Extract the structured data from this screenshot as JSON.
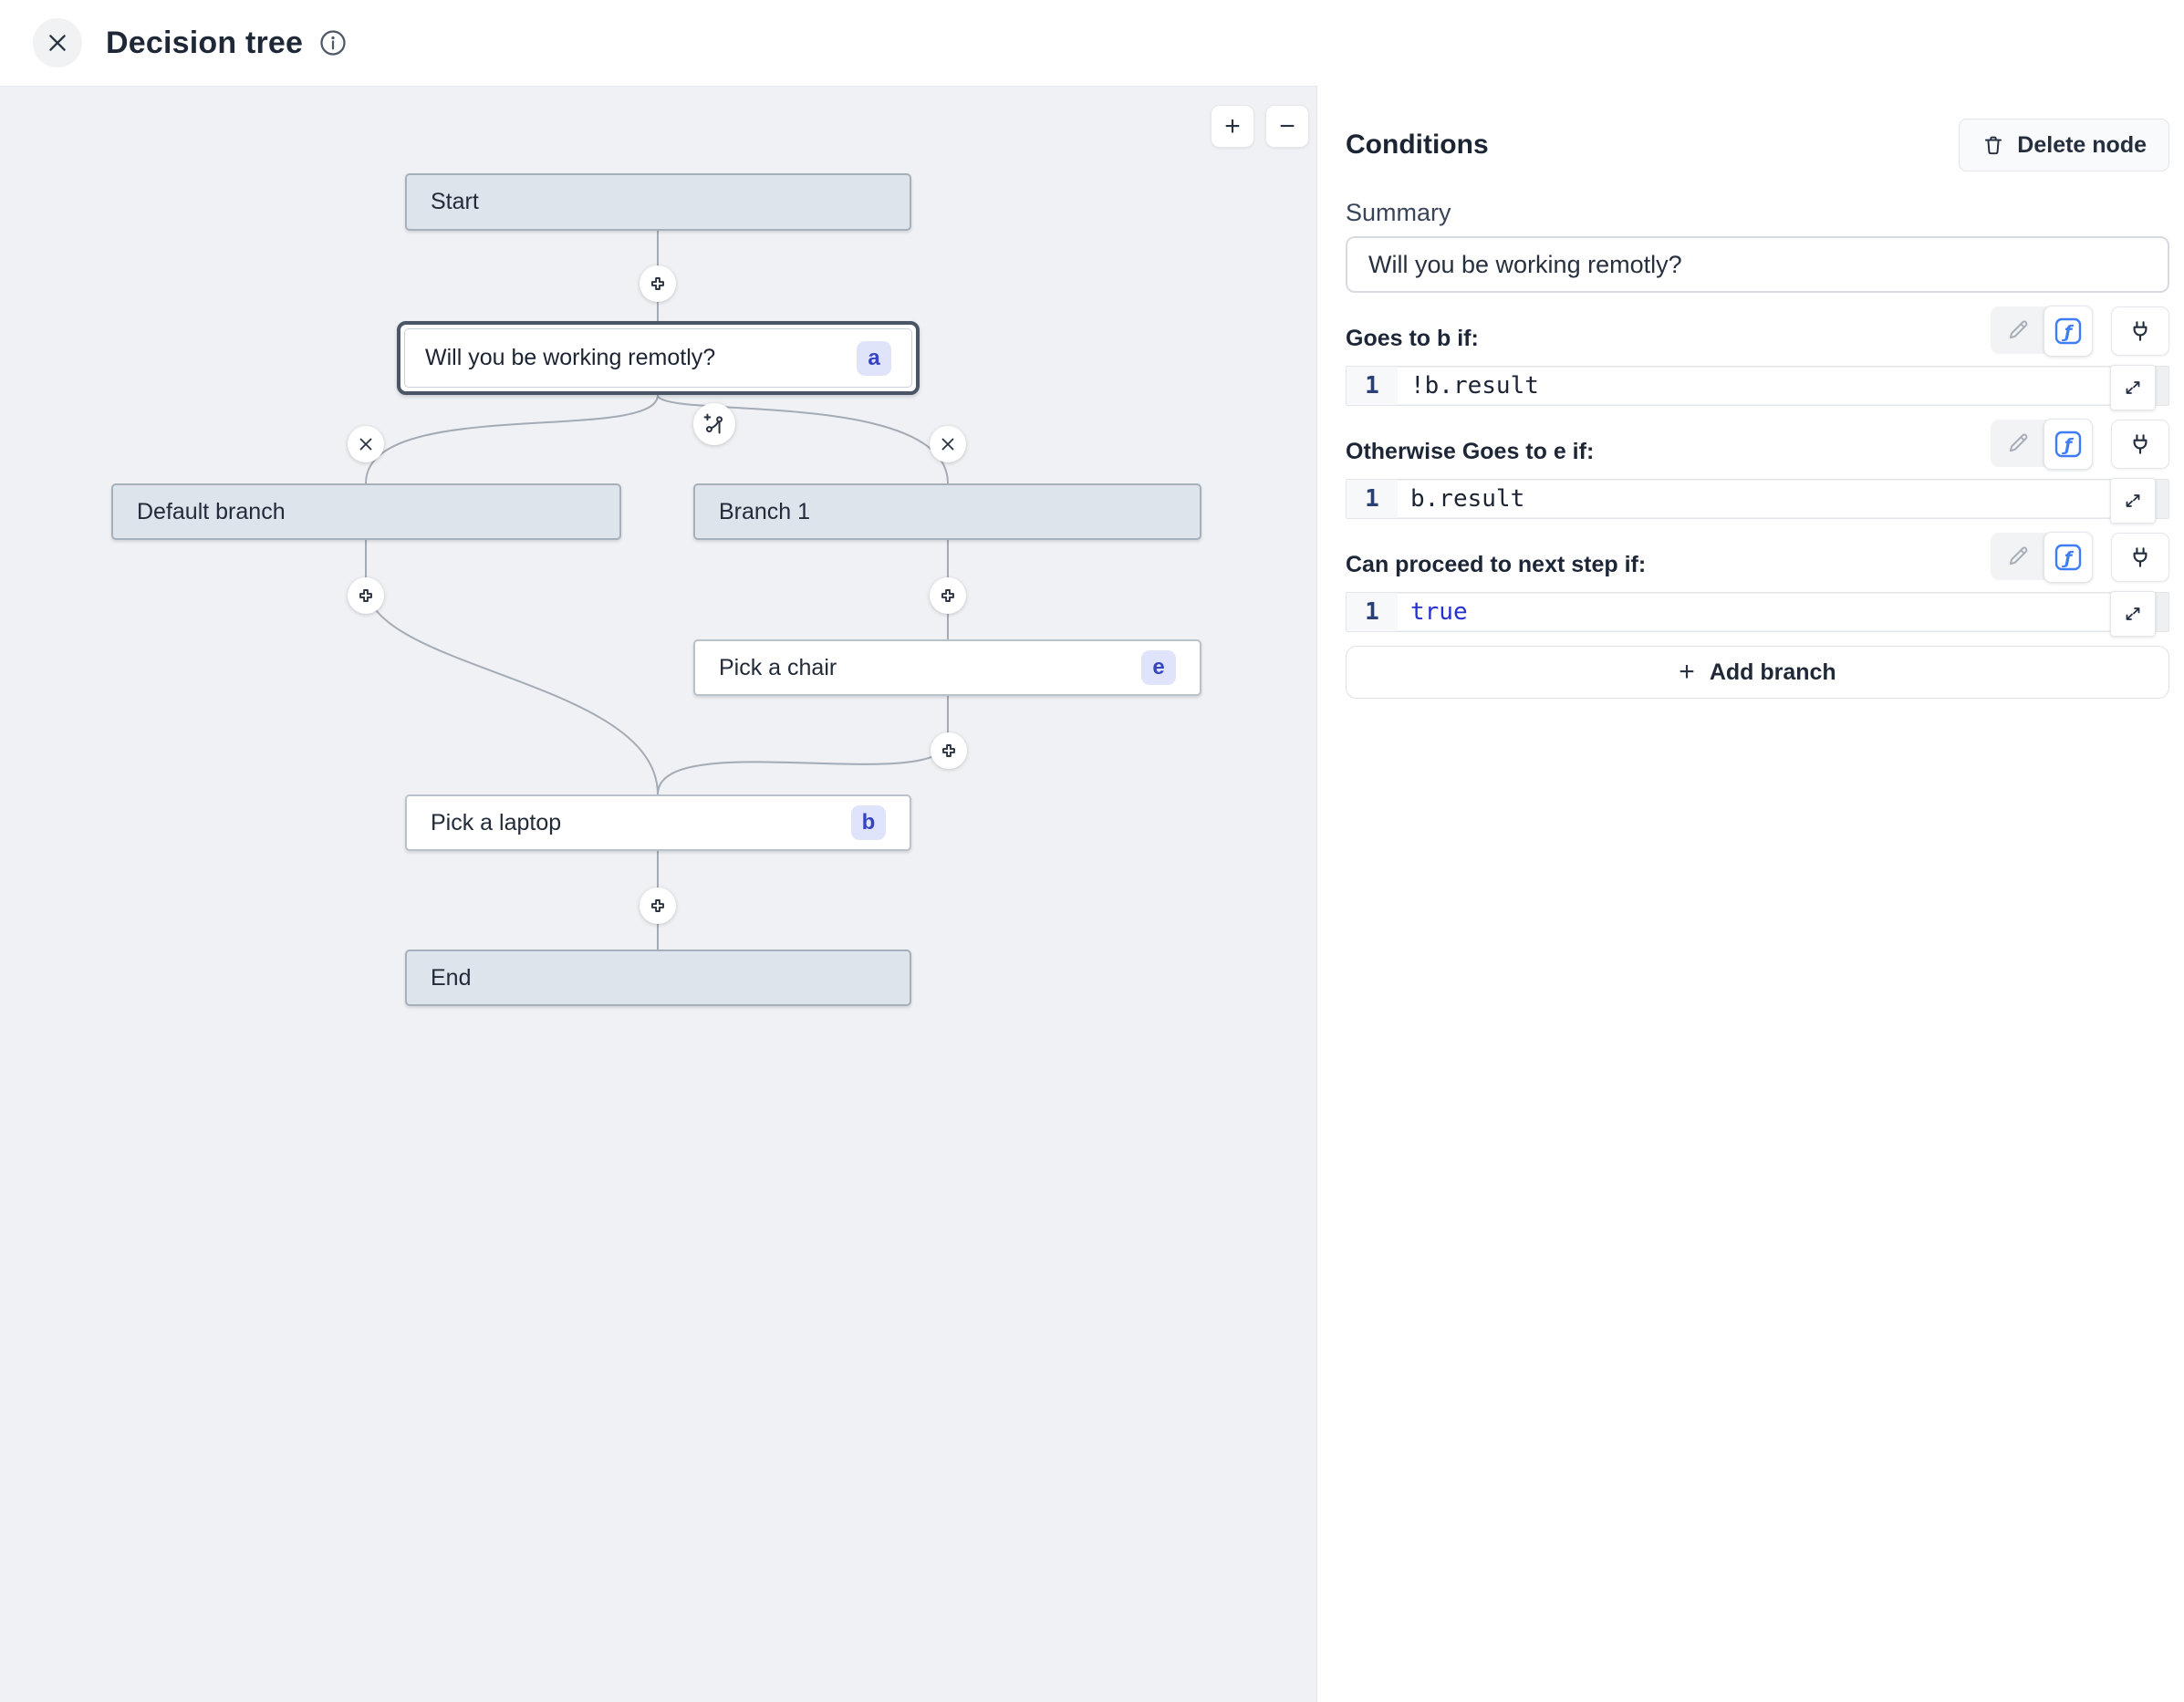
{
  "header": {
    "title": "Decision tree"
  },
  "canvas": {
    "zoom_in_label": "+",
    "zoom_out_label": "−",
    "nodes": [
      {
        "id": "start",
        "label": "Start"
      },
      {
        "id": "question",
        "label": "Will you be working remotly?",
        "badge": "a",
        "selected": true
      },
      {
        "id": "default-branch",
        "label": "Default branch"
      },
      {
        "id": "branch-1",
        "label": "Branch 1"
      },
      {
        "id": "pick-a-chair",
        "label": "Pick a chair",
        "badge": "e"
      },
      {
        "id": "pick-a-laptop",
        "label": "Pick a laptop",
        "badge": "b"
      },
      {
        "id": "end",
        "label": "End"
      }
    ]
  },
  "panel": {
    "title": "Conditions",
    "delete_button_label": "Delete node",
    "summary_label": "Summary",
    "summary_value": "Will you be working remotly?",
    "sections": [
      {
        "label": "Goes to b if:",
        "line_number": "1",
        "code": "!b.result"
      },
      {
        "label": "Otherwise Goes to e if:",
        "line_number": "1",
        "code": "b.result"
      },
      {
        "label": "Can proceed to next step if:",
        "line_number": "1",
        "code": "true"
      }
    ],
    "add_branch_label": "Add branch"
  },
  "colors": {
    "canvas_bg": "#f0f1f4",
    "gray_node_fill": "#dde4eb",
    "gray_node_border": "#a6b0bb",
    "white_node_border": "#b9c1ca",
    "selected_node_border": "#4a5665",
    "edge": "#a3abb5",
    "badge_bg": "#e0e4fb",
    "badge_text": "#3644c1",
    "fx_icon_blue": "#3f7df5",
    "code_keyword_blue": "#2332cf",
    "code_text": "#1b2334",
    "line_number": "#2b3f77"
  }
}
